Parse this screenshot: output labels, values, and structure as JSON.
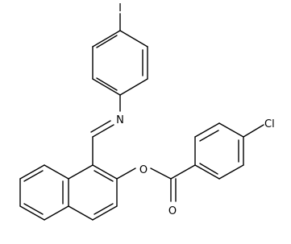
{
  "atoms": {
    "iodine": "I",
    "imine_nitrogen": "N",
    "ester_oxygen": "O",
    "carbonyl_oxygen": "O",
    "chlorine": "Cl"
  }
}
